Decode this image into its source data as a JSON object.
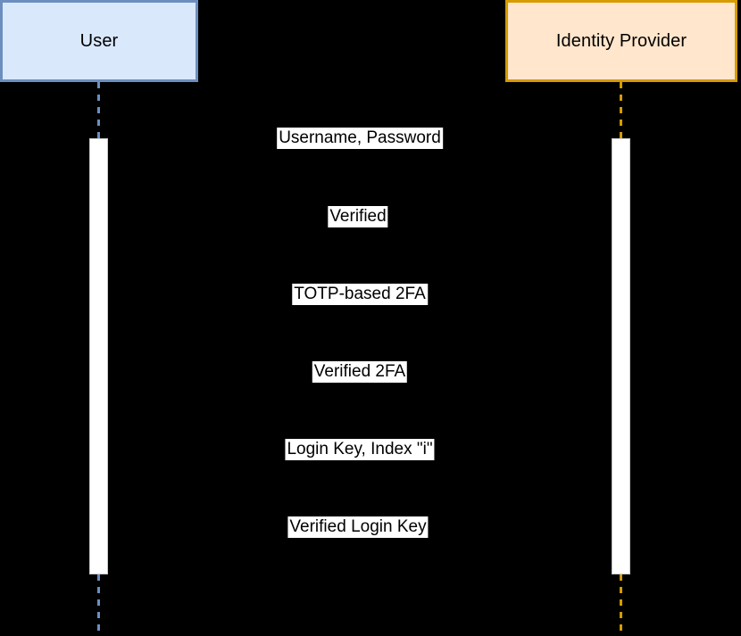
{
  "diagram": {
    "type": "sequence-diagram",
    "background_color": "#000000",
    "participants": [
      {
        "id": "user",
        "label": "User",
        "fill_color": "#dae8fc",
        "border_color": "#6c8ebf"
      },
      {
        "id": "identity-provider",
        "label": "Identity Provider",
        "fill_color": "#ffe6cc",
        "border_color": "#d79b00"
      }
    ],
    "messages": [
      {
        "label": "Username, Password",
        "from": "user",
        "to": "identity-provider"
      },
      {
        "label": "Verified",
        "from": "identity-provider",
        "to": "user"
      },
      {
        "label": "TOTP-based 2FA",
        "from": "user",
        "to": "identity-provider"
      },
      {
        "label": "Verified 2FA",
        "from": "identity-provider",
        "to": "user"
      },
      {
        "label": "Login Key, Index \"i\"",
        "from": "user",
        "to": "identity-provider"
      },
      {
        "label": "Verified Login Key",
        "from": "identity-provider",
        "to": "user"
      }
    ],
    "activation_bar_color": "#ffffff"
  }
}
